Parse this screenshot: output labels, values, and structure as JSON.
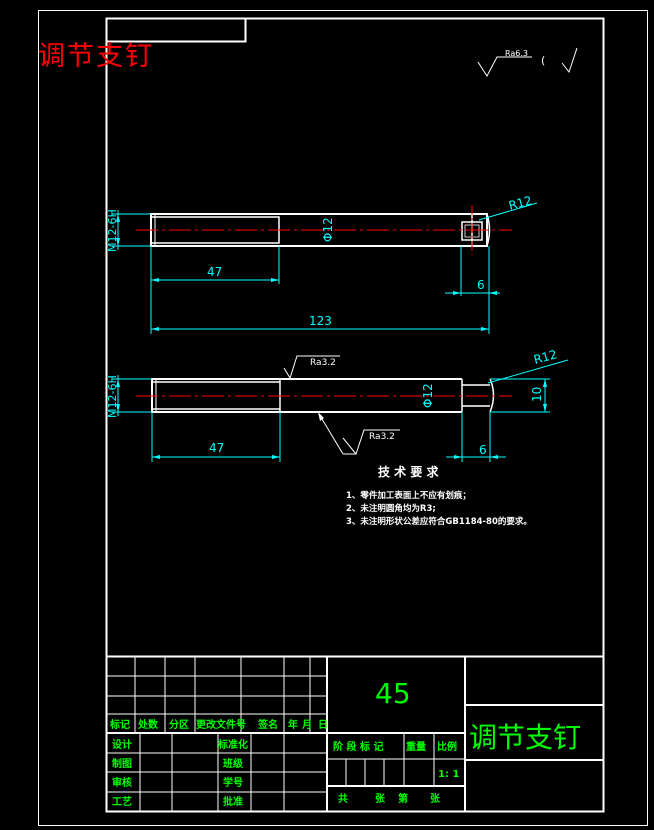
{
  "overlay_title": "调节支钉",
  "roughness_symbols": {
    "general": "Ra6.3",
    "general_paren": "(",
    "top_view_1": "Ra3.2",
    "front_view_1": "Ra3.2"
  },
  "views": {
    "top": {
      "thread": "M12-6H",
      "dim_47": "47",
      "dim_123": "123",
      "dim_6": "6",
      "radius": "R12",
      "diameter": "Φ12"
    },
    "front": {
      "thread": "M12-6H",
      "dim_47": "47",
      "dim_6": "6",
      "dim_10": "10",
      "radius": "R12",
      "diameter": "Φ12"
    }
  },
  "tech_requirements": {
    "title": "技 术 要 求",
    "items": [
      "1、零件加工表面上不应有划痕；",
      "2、未注明圆角均为R3;",
      "3、未注明形状公差应符合GB1184-80的要求。"
    ]
  },
  "title_block": {
    "material": "45",
    "part_name": "调节支钉",
    "row_labels": {
      "mark": "标记",
      "count": "处数",
      "zone": "分区",
      "doc": "更改文件号",
      "sign": "签名",
      "year": "年",
      "month": "月",
      "day": "日"
    },
    "design": "设计",
    "standardize": "标准化",
    "draw": "制图",
    "class": "班级",
    "check": "审核",
    "student_id": "学号",
    "process": "工艺",
    "approve": "批准",
    "stage_mark": "阶 段 标 记",
    "weight": "重量",
    "scale": "比例",
    "scale_value": "1: 1",
    "total": "共",
    "sheets": "张",
    "page": "第",
    "sheet2": "张"
  }
}
